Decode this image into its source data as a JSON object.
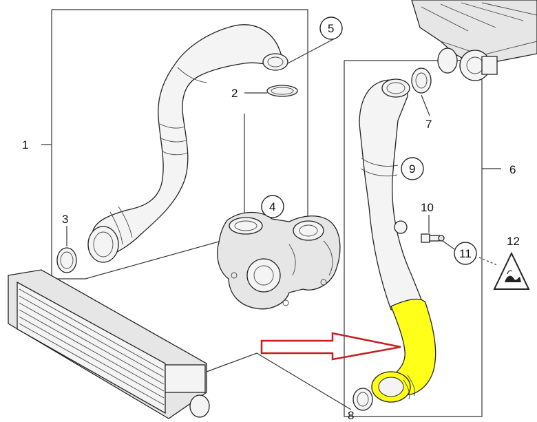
{
  "callouts": [
    {
      "id": "c1",
      "label": "1"
    },
    {
      "id": "c2",
      "label": "2"
    },
    {
      "id": "c3",
      "label": "3"
    },
    {
      "id": "c4",
      "label": "4"
    },
    {
      "id": "c5",
      "label": "5"
    },
    {
      "id": "c6",
      "label": "6"
    },
    {
      "id": "c7",
      "label": "7"
    },
    {
      "id": "c8",
      "label": "8"
    },
    {
      "id": "c9",
      "label": "9"
    },
    {
      "id": "c10",
      "label": "10"
    },
    {
      "id": "c11",
      "label": "11"
    },
    {
      "id": "c12",
      "label": "12"
    }
  ],
  "colors": {
    "highlight": "#ffff1a",
    "arrow": "#c81e1e",
    "line": "#333333"
  },
  "icons": [
    "hot-surface-warning-icon",
    "red-pointer-arrow-icon"
  ]
}
